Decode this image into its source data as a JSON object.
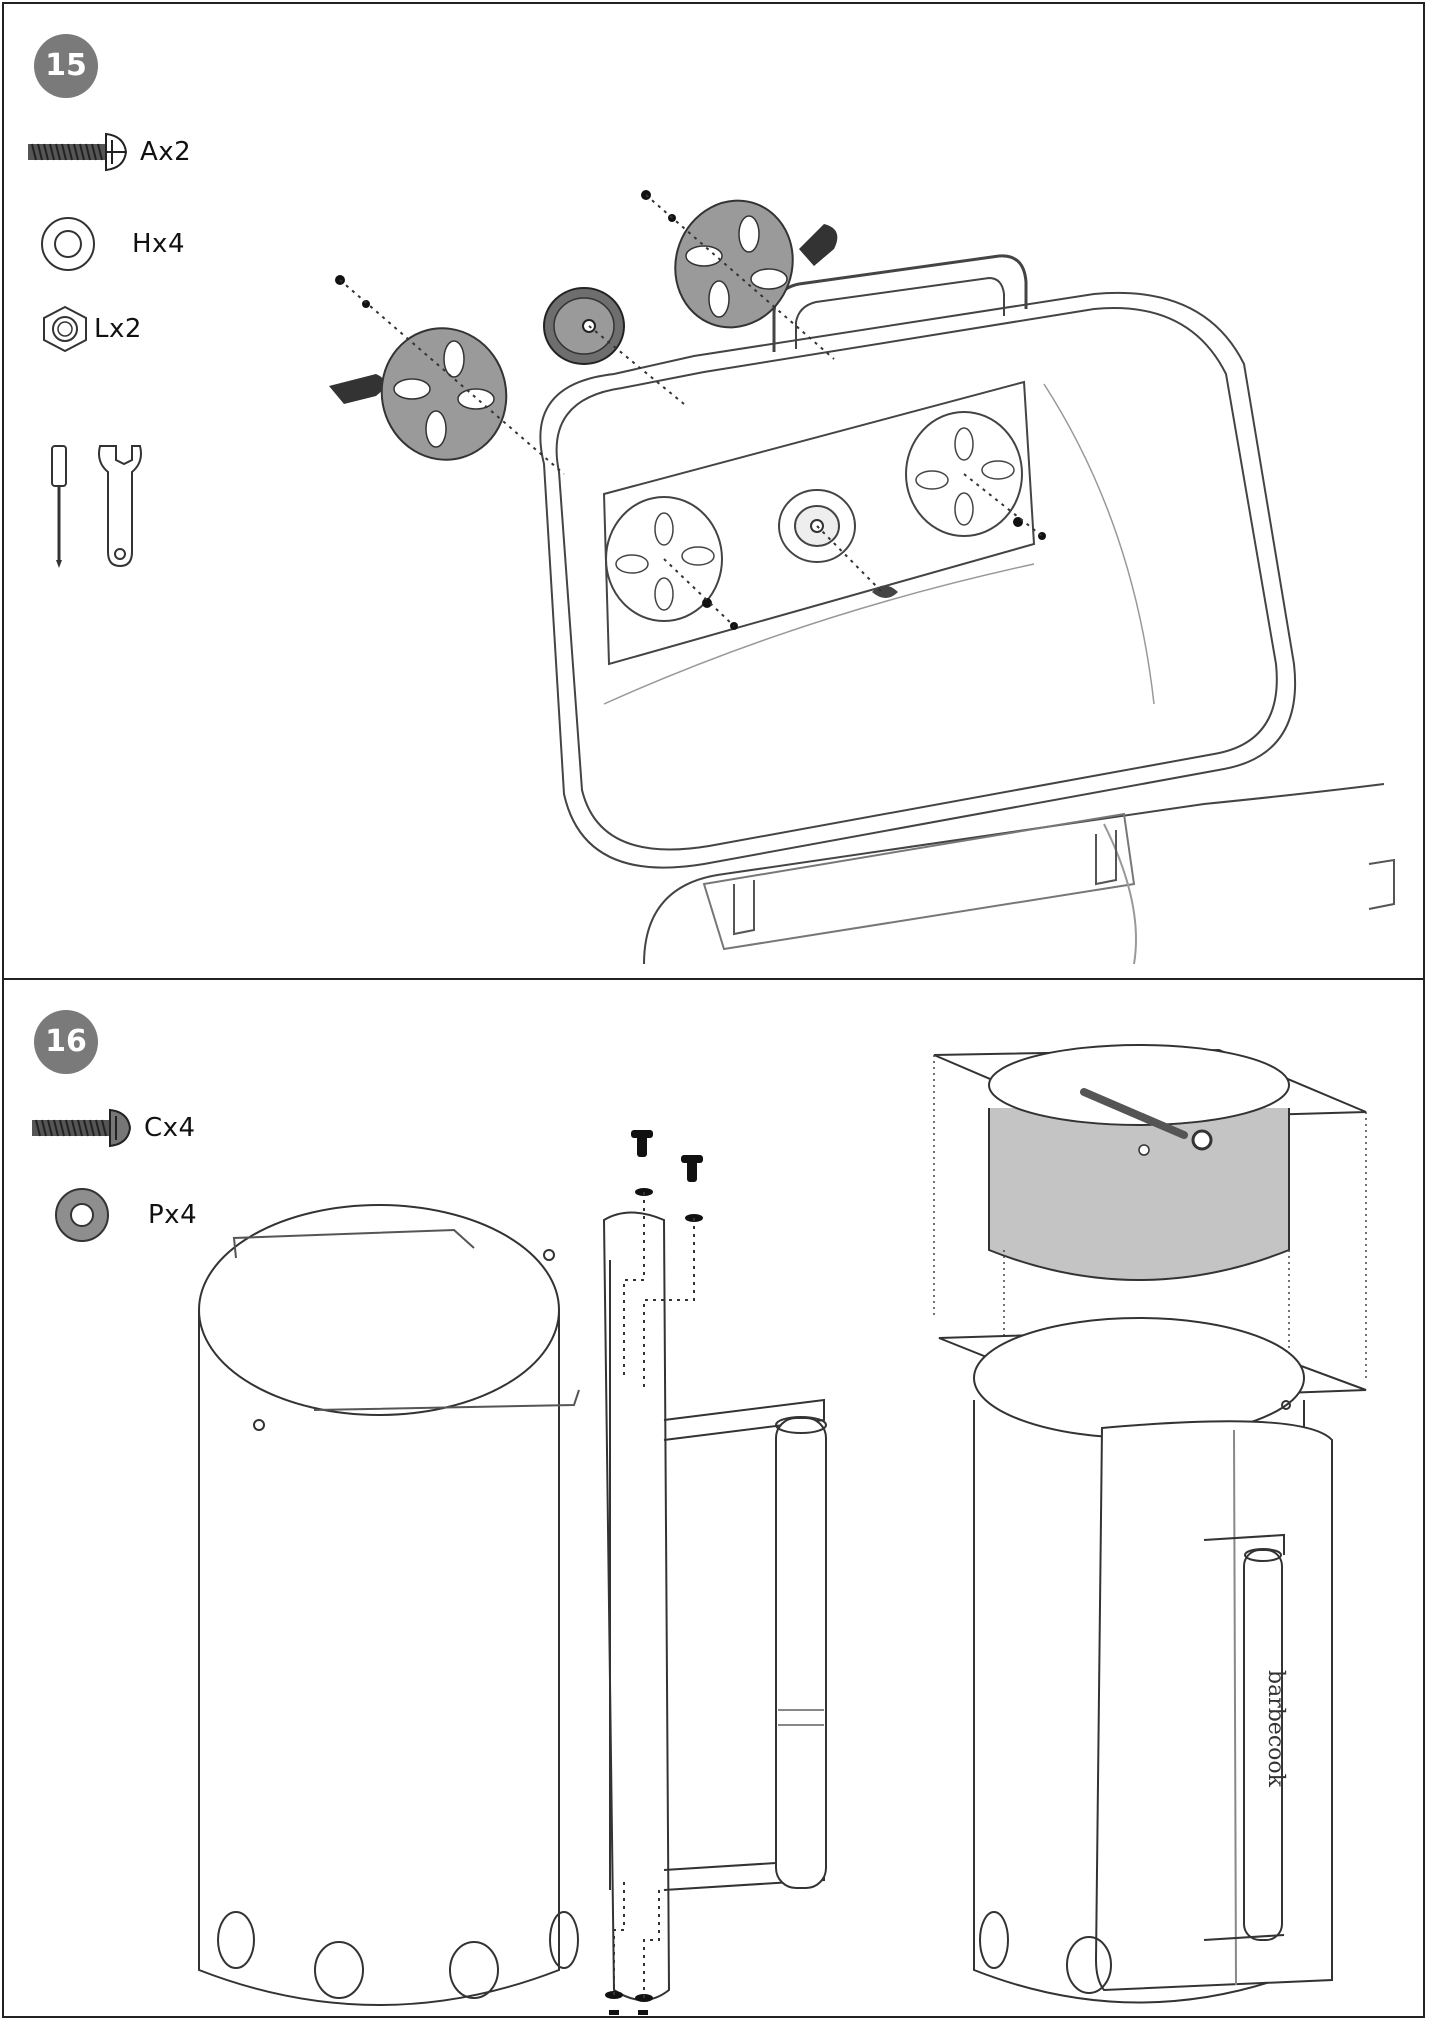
{
  "step15": {
    "number": "15",
    "parts": [
      {
        "icon": "bolt-icon",
        "label": "Ax2"
      },
      {
        "icon": "washer-icon",
        "label": "Hx4"
      },
      {
        "icon": "hex-nut-icon",
        "label": "Lx2"
      }
    ],
    "tools": [
      "screwdriver-icon",
      "wrench-icon"
    ]
  },
  "step16": {
    "number": "16",
    "parts": [
      {
        "icon": "bolt-icon",
        "label": "Cx4"
      },
      {
        "icon": "washer-icon",
        "label": "Px4"
      }
    ],
    "chimney_brand_text": "barbecook"
  },
  "colors": {
    "badge": "#7a7a7a",
    "line": "#333333",
    "part_fill": "#9a9a9a",
    "bowl_fill": "#c4c4c4"
  }
}
